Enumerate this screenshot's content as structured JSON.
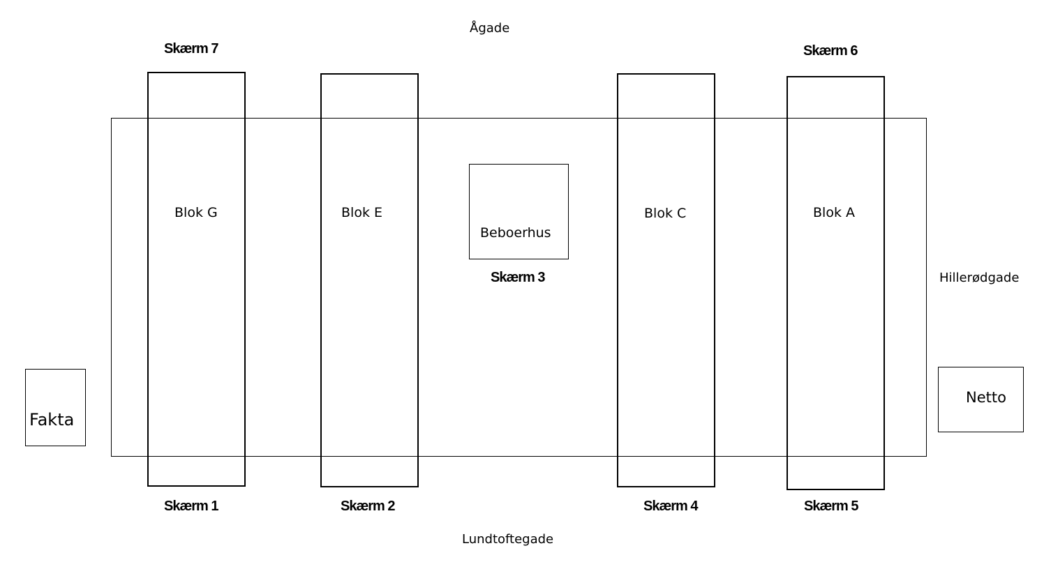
{
  "streets": {
    "north": "Ågade",
    "south": "Lundtoftegade",
    "east": "Hillerødgade"
  },
  "blocks": {
    "g": "Blok G",
    "e": "Blok E",
    "c": "Blok C",
    "a": "Blok A"
  },
  "buildings": {
    "beboerhus": "Beboerhus",
    "fakta": "Fakta",
    "netto": "Netto"
  },
  "screens": {
    "s1": "Skærm 1",
    "s2": "Skærm 2",
    "s3": "Skærm 3",
    "s4": "Skærm 4",
    "s5": "Skærm 5",
    "s6": "Skærm 6",
    "s7": "Skærm 7"
  }
}
